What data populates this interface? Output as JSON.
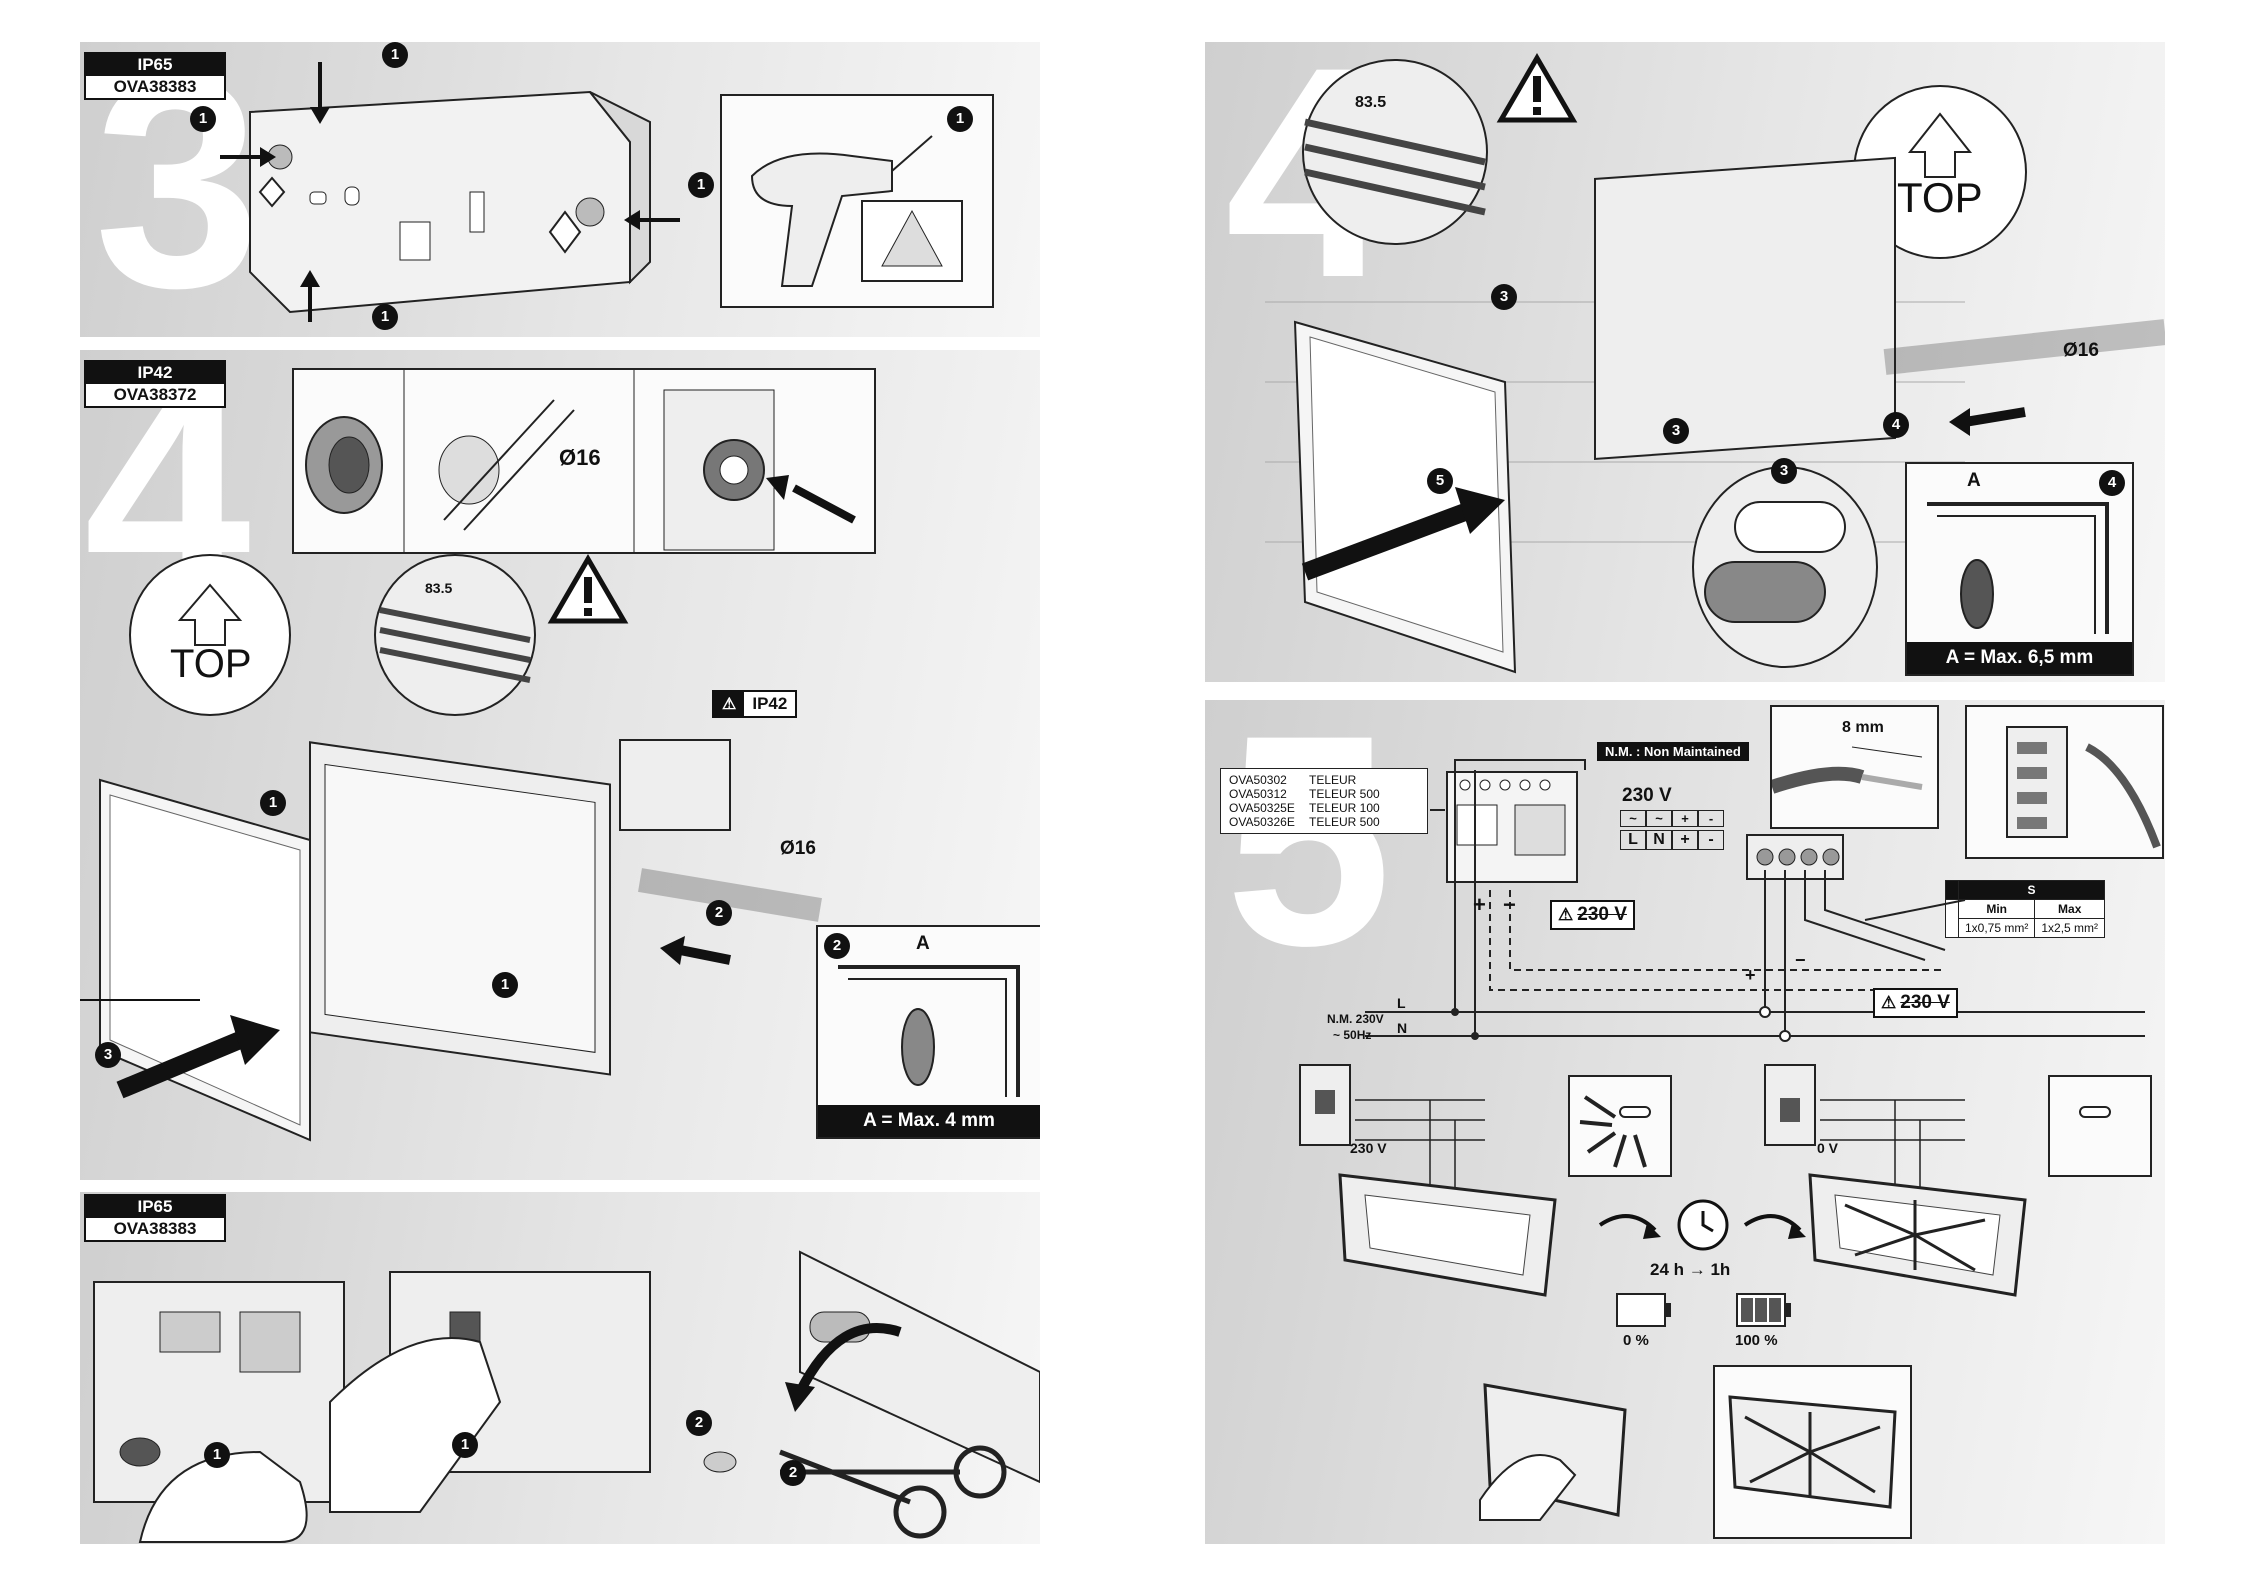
{
  "step3": {
    "number": "3",
    "rating": "IP65",
    "model": "OVA38383"
  },
  "step4a": {
    "number": "4",
    "rating": "IP42",
    "model": "OVA38372",
    "diameter": "Ø16",
    "diameter2": "Ø16",
    "top_label": "TOP",
    "warn_tag": "IP42",
    "dim_letter": "A",
    "measure": "A = Max. 4 mm",
    "cable_mark": "83.5"
  },
  "step4b": {
    "rating": "IP65",
    "model": "OVA38383"
  },
  "step4c": {
    "number": "4",
    "top_label": "TOP",
    "diameter": "Ø16",
    "dim_letter": "A",
    "measure": "A = Max. 6,5 mm",
    "cable_mark": "83.5"
  },
  "step5": {
    "number": "5",
    "models": [
      {
        "code": "OVA50302",
        "name": "TELEUR"
      },
      {
        "code": "OVA50312",
        "name": "TELEUR 500"
      },
      {
        "code": "OVA50325E",
        "name": "TELEUR 100"
      },
      {
        "code": "OVA50326E",
        "name": "TELEUR 500"
      }
    ],
    "nm_label": "N.M. : Non Maintained",
    "voltage": "230 V",
    "terminals": [
      "L",
      "N",
      "+",
      "-"
    ],
    "strip_length": "8 mm",
    "section": {
      "header": "S",
      "min_label": "Min",
      "max_label": "Max",
      "min": "1x0,75 mm²",
      "max": "1x2,5 mm²"
    },
    "warn_voltage": "230 V",
    "mains": "N.M. 230V",
    "freq": "~ 50Hz",
    "line_l": "L",
    "line_n": "N",
    "plus": "+",
    "minus": "−",
    "breaker_on": "230 V",
    "breaker_off": "0 V",
    "charge_time": "24 h → 1h",
    "battery_empty": "0 %",
    "battery_full": "100 %"
  },
  "callouts": {
    "c1": "1",
    "c2": "2",
    "c3": "3",
    "c4": "4",
    "c5": "5"
  }
}
